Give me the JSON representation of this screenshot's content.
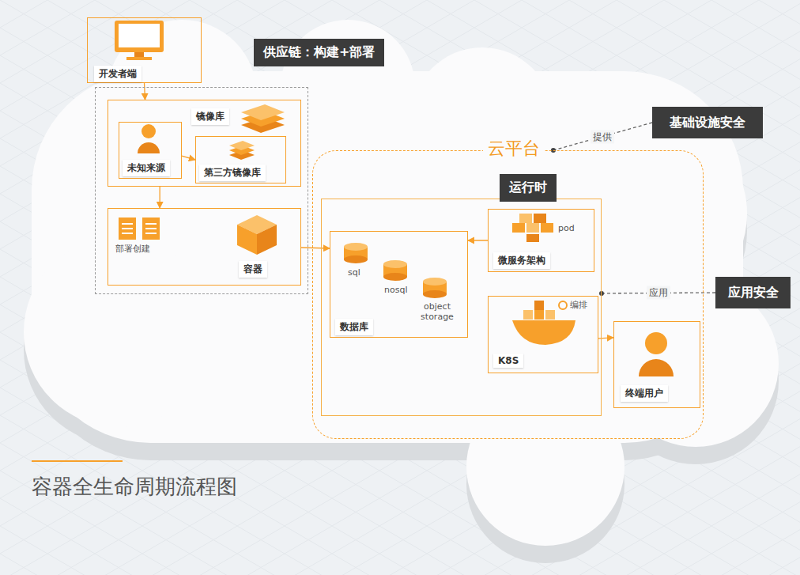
{
  "diagram": {
    "caption": "容器全生命周期流程图",
    "nodes": [
      {
        "text": [
          "云平台"
        ]
      },
      {
        "text": [
          "开发者端"
        ]
      },
      {
        "text": [
          "供应链：构建+部署"
        ]
      },
      {
        "text": [
          "镜像库"
        ],
        "in": 2
      },
      {
        "text": [
          "未知来源"
        ],
        "in": 3
      },
      {
        "text": [
          "第三方镜像库"
        ],
        "in": 3
      },
      {
        "text": [
          "容器"
        ],
        "in": 2
      },
      {
        "text": [
          "运行时"
        ],
        "in": 0
      },
      {
        "text": [
          "微服务架构"
        ],
        "in": 7
      },
      {
        "text": [
          "数据库"
        ],
        "in": 7
      },
      {
        "text": [
          "K8S"
        ],
        "in": 7
      },
      {
        "text": [
          "终端用户"
        ],
        "in": 0
      },
      {
        "text": [
          "基础设施安全"
        ]
      },
      {
        "text": [
          "应用安全"
        ]
      }
    ],
    "edges": [
      {
        "from": 1,
        "to": 3,
        "arrow": "to"
      },
      {
        "from": 4,
        "to": 5,
        "arrow": "to"
      },
      {
        "from": 3,
        "to": 6,
        "arrow": "to"
      },
      {
        "from": 6,
        "to": 9,
        "arrow": "to"
      },
      {
        "from": 8,
        "to": 9,
        "arrow": "to"
      },
      {
        "from": 10,
        "to": 11,
        "arrow": "to"
      },
      {
        "from": 12,
        "to": 0,
        "label": "提供",
        "arrow": "none"
      },
      {
        "from": 13,
        "to": 7,
        "label": "应用",
        "arrow": "none"
      }
    ],
    "labels": [
      "部署创建",
      "pod",
      "sql",
      "nosql",
      "object storage",
      "编排"
    ]
  }
}
